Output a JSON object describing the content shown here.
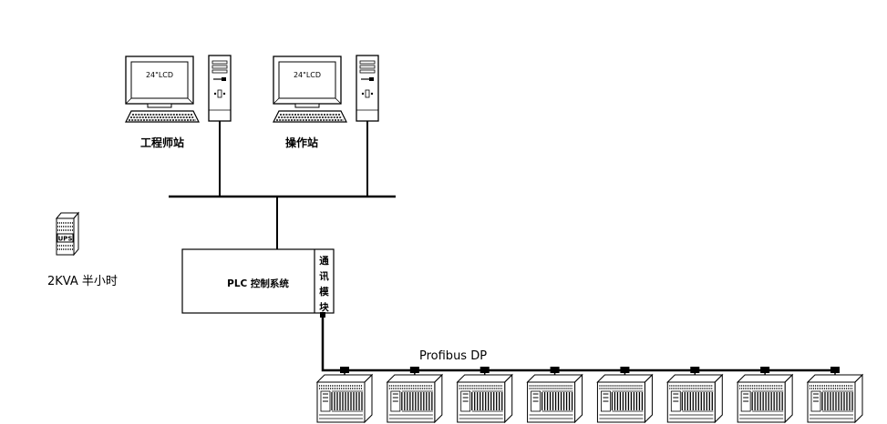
{
  "workstations": [
    {
      "id": "engineer",
      "monitor_label": "24\"LCD",
      "label": "工程师站"
    },
    {
      "id": "operator",
      "monitor_label": "24\"LCD",
      "label": "操作站"
    }
  ],
  "ups": {
    "badge": "UPS",
    "label": "2KVA  半小时"
  },
  "plc": {
    "label": "PLC 控制系统",
    "comm_module": [
      "通",
      "讯",
      "模",
      "块"
    ]
  },
  "fieldbus": {
    "label": "Profibus DP",
    "node_count": 8
  }
}
